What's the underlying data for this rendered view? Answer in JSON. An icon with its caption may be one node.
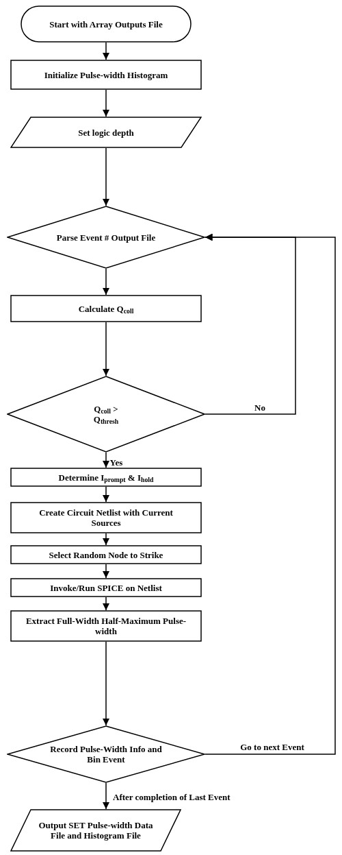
{
  "diagram": {
    "nodes": [
      {
        "text": [
          "Start with Array Outputs File"
        ]
      },
      {
        "text": [
          "Initialize Pulse-width Histogram"
        ]
      },
      {
        "text": [
          "Set logic depth"
        ]
      },
      {
        "text": [
          "Parse Event # Output File"
        ]
      },
      {
        "text": [
          "Calculate Q$_{coll}$"
        ]
      },
      {
        "text": [
          "Q$_{coll}$ > Q$_{thresh}$"
        ]
      },
      {
        "text": [
          "Determine I$_{prompt}$ & I$_{hold}$"
        ]
      },
      {
        "text": [
          "Create Circuit Netlist with Current Sources"
        ]
      },
      {
        "text": [
          "Select Random Node to Strike"
        ]
      },
      {
        "text": [
          "Invoke/Run SPICE on Netlist"
        ]
      },
      {
        "text": [
          "Extract Full-Width Half-Maximum Pulse-width"
        ]
      },
      {
        "text": [
          "Record Pulse-Width Info and Bin Event"
        ]
      },
      {
        "text": [
          "Output SET Pulse-width Data File and Histogram File"
        ]
      }
    ],
    "edges": [
      {
        "from": 0,
        "to": 1,
        "arrow": "to"
      },
      {
        "from": 1,
        "to": 2,
        "arrow": "to"
      },
      {
        "from": 2,
        "to": 3,
        "arrow": "to"
      },
      {
        "from": 3,
        "to": 4,
        "arrow": "to"
      },
      {
        "from": 4,
        "to": 5,
        "arrow": "to"
      },
      {
        "from": 5,
        "to": 6,
        "arrow": "to",
        "label": "Yes"
      },
      {
        "from": 6,
        "to": 7,
        "arrow": "to"
      },
      {
        "from": 7,
        "to": 8,
        "arrow": "to"
      },
      {
        "from": 8,
        "to": 9,
        "arrow": "to"
      },
      {
        "from": 9,
        "to": 10,
        "arrow": "to"
      },
      {
        "from": 10,
        "to": 11,
        "arrow": "to"
      },
      {
        "from": 11,
        "to": 12,
        "arrow": "to",
        "label": "After completion of Last Event"
      },
      {
        "from": 5,
        "to": 3,
        "arrow": "to",
        "label": "No"
      },
      {
        "from": 11,
        "to": 3,
        "arrow": "to",
        "label": "Go to next Event"
      }
    ]
  }
}
